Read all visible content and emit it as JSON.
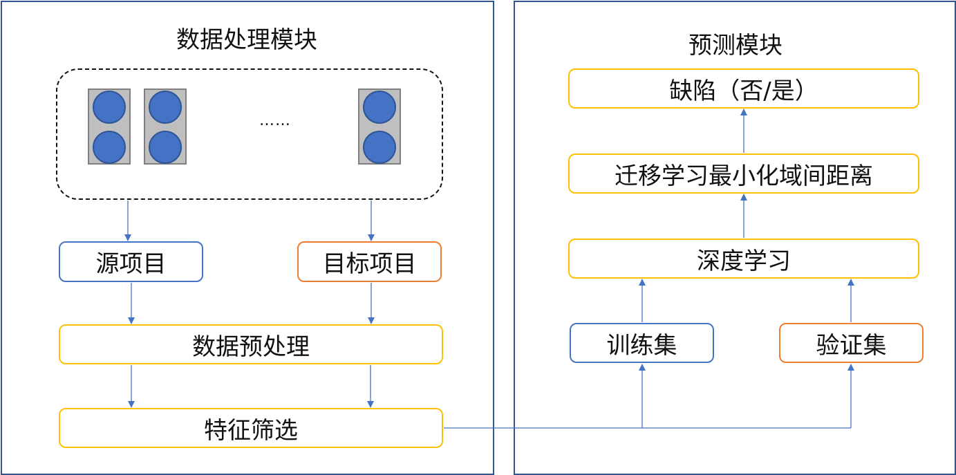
{
  "diagram": {
    "left_panel": {
      "title": "数据处理模块",
      "ellipsis": "……",
      "project_count_shown": 3,
      "source_project": "源项目",
      "target_project": "目标项目",
      "preprocess": "数据预处理",
      "feature_selection": "特征筛选"
    },
    "right_panel": {
      "title": "预测模块",
      "output": "缺陷（否/是）",
      "transfer": "迁移学习最小化域间距离",
      "deep_learning": "深度学习",
      "train_set": "训练集",
      "validation_set": "验证集"
    },
    "colors": {
      "panel_border": "#2f5597",
      "arrow": "#4472c4",
      "yellow_box": "#ffc000",
      "blue_box": "#4472c4",
      "orange_box": "#ed7d31",
      "project_fill": "#bfbfbf",
      "circle_fill": "#4472c4"
    },
    "edges": [
      {
        "from": "project-pool",
        "to": "source-project"
      },
      {
        "from": "project-pool",
        "to": "target-project"
      },
      {
        "from": "source-project",
        "to": "data-preprocessing"
      },
      {
        "from": "target-project",
        "to": "data-preprocessing"
      },
      {
        "from": "data-preprocessing",
        "to": "feature-selection"
      },
      {
        "from": "feature-selection",
        "to": "training-set"
      },
      {
        "from": "feature-selection",
        "to": "validation-set"
      },
      {
        "from": "training-set",
        "to": "deep-learning"
      },
      {
        "from": "validation-set",
        "to": "deep-learning"
      },
      {
        "from": "deep-learning",
        "to": "transfer-learning"
      },
      {
        "from": "transfer-learning",
        "to": "defect-output"
      }
    ]
  }
}
